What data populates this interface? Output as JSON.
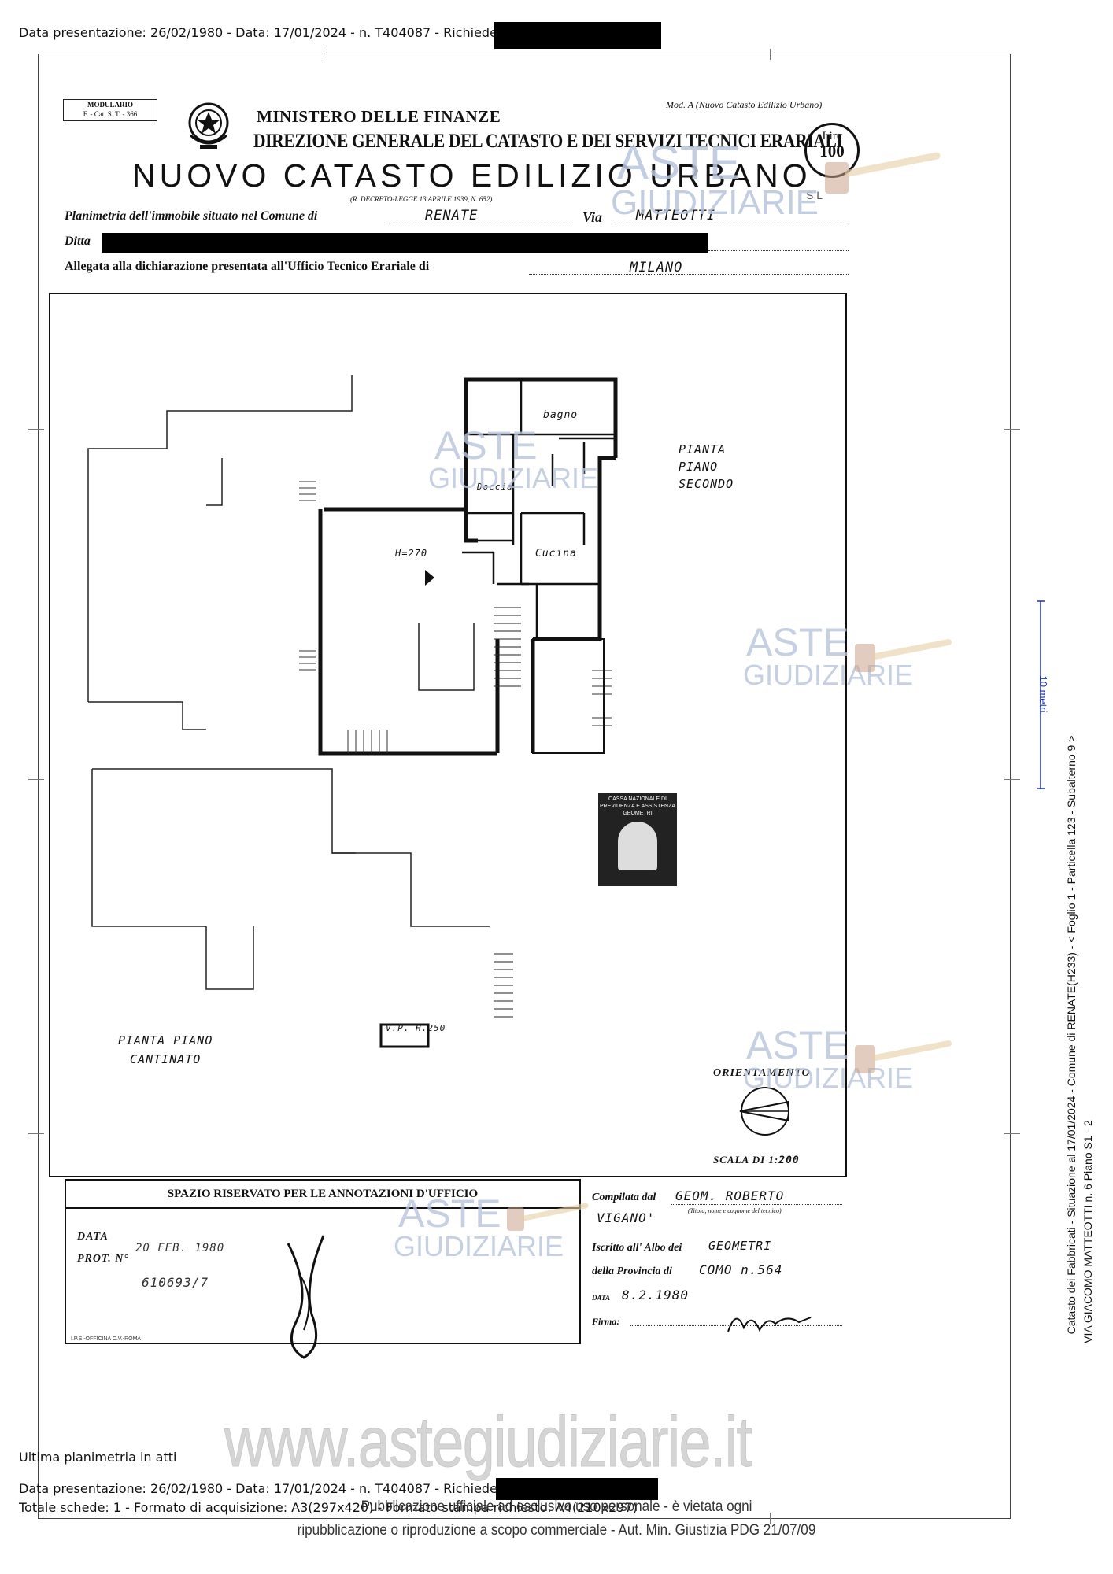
{
  "header": {
    "top_line": "Data presentazione: 26/02/1980 - Data: 17/01/2024 - n. T404087 - Richiedente:"
  },
  "form": {
    "modulario": "MODULARIO",
    "modulario_code": "F. - Cat. S. T. - 366",
    "ministero": "MINISTERO DELLE FINANZE",
    "direzione": "DIREZIONE GENERALE DEL CATASTO E DEI SERVIZI TECNICI ERARIALI",
    "nuovo_catasto": "NUOVO CATASTO EDILIZIO URBANO",
    "mod_a": "Mod. A (Nuovo Catasto Edilizio Urbano)",
    "decreto": "(R. DECRETO-LEGGE 13 APRILE 1939, N. 652)",
    "lire_label": "Lire",
    "lire_value": "100",
    "initials": "S L",
    "planimetria_label": "Planimetria dell'immobile situato nel Comune di",
    "comune_value": "RENATE",
    "via_label": "Via",
    "via_value": "MATTEOTTI",
    "ditta_label": "Ditta",
    "allegata_label": "Allegata alla dichiarazione presentata all'Ufficio Tecnico Erariale di",
    "ufficio_value": "MILANO"
  },
  "plan": {
    "bagno": "bagno",
    "doccia": "Doccia",
    "cucina": "Cucina",
    "height_main": "H=270",
    "pianta_secondo_1": "PIANTA",
    "pianta_secondo_2": "PIANO",
    "pianta_secondo_3": "SECONDO",
    "pianta_cantinato_1": "PIANTA PIANO",
    "pianta_cantinato_2": "CANTINATO",
    "cantina_height": "V.P. H.250",
    "orientamento": "ORIENTAMENTO",
    "scala_label": "SCALA DI 1:",
    "scala_value": "200",
    "stamp_text_1": "CASSA NAZIONALE DI",
    "stamp_text_2": "PREVIDENZA E ASSISTENZA",
    "stamp_text_3": "GEOMETRI"
  },
  "office": {
    "spazio_title": "SPAZIO RISERVATO PER LE ANNOTAZIONI D'UFFICIO",
    "data_label": "DATA",
    "prot_label": "PROT. N°",
    "data_value": "20 FEB. 1980",
    "prot_value": "610693/7",
    "printer": "I.P.S.-OFFICINA C.V.-ROMA"
  },
  "tecnico": {
    "compilata_label": "Compilata dal",
    "compilata_value": "GEOM. ROBERTO",
    "compilata_value_2": "VIGANO'",
    "compilata_note": "(Titolo, nome e cognome del tecnico)",
    "iscritto_label": "Iscritto all' Albo dei",
    "iscritto_value": "GEOMETRI",
    "provincia_label": "della Provincia di",
    "provincia_value": "COMO n.564",
    "data_label": "DATA",
    "data_value": "8.2.1980",
    "firma_label": "Firma:"
  },
  "side": {
    "scale_label": "10 metri",
    "vertical_1": "Catasto dei Fabbricati - Situazione al 17/01/2024 - Comune di RENATE(H233) - < Foglio 1 - Particella 123 - Subalterno 9 >",
    "vertical_2": "VIA GIACOMO MATTEOTTI n. 6 Piano S1 - 2"
  },
  "watermark": {
    "aste": "ASTE",
    "giudiziarie": "GIUDIZIARIE",
    "site": "www.astegiudiziarie.it"
  },
  "footer": {
    "ultima": "Ultima planimetria in atti",
    "line1": "Data presentazione: 26/02/1980 - Data: 17/01/2024 - n. T404087 - Richiedente:",
    "line2": "Totale schede: 1 - Formato di acquisizione: A3(297x420) - Formato stampa richiesto: A4(210x297)",
    "notice_1": "Pubblicazione ufficiale ad esclusivo uso personale - è vietata ogni",
    "notice_2": "ripubblicazione o riproduzione a scopo commerciale - Aut. Min. Giustizia PDG 21/07/09"
  },
  "colors": {
    "watermark": "#b9c5dc",
    "scale_bar": "#1a2fbf"
  }
}
